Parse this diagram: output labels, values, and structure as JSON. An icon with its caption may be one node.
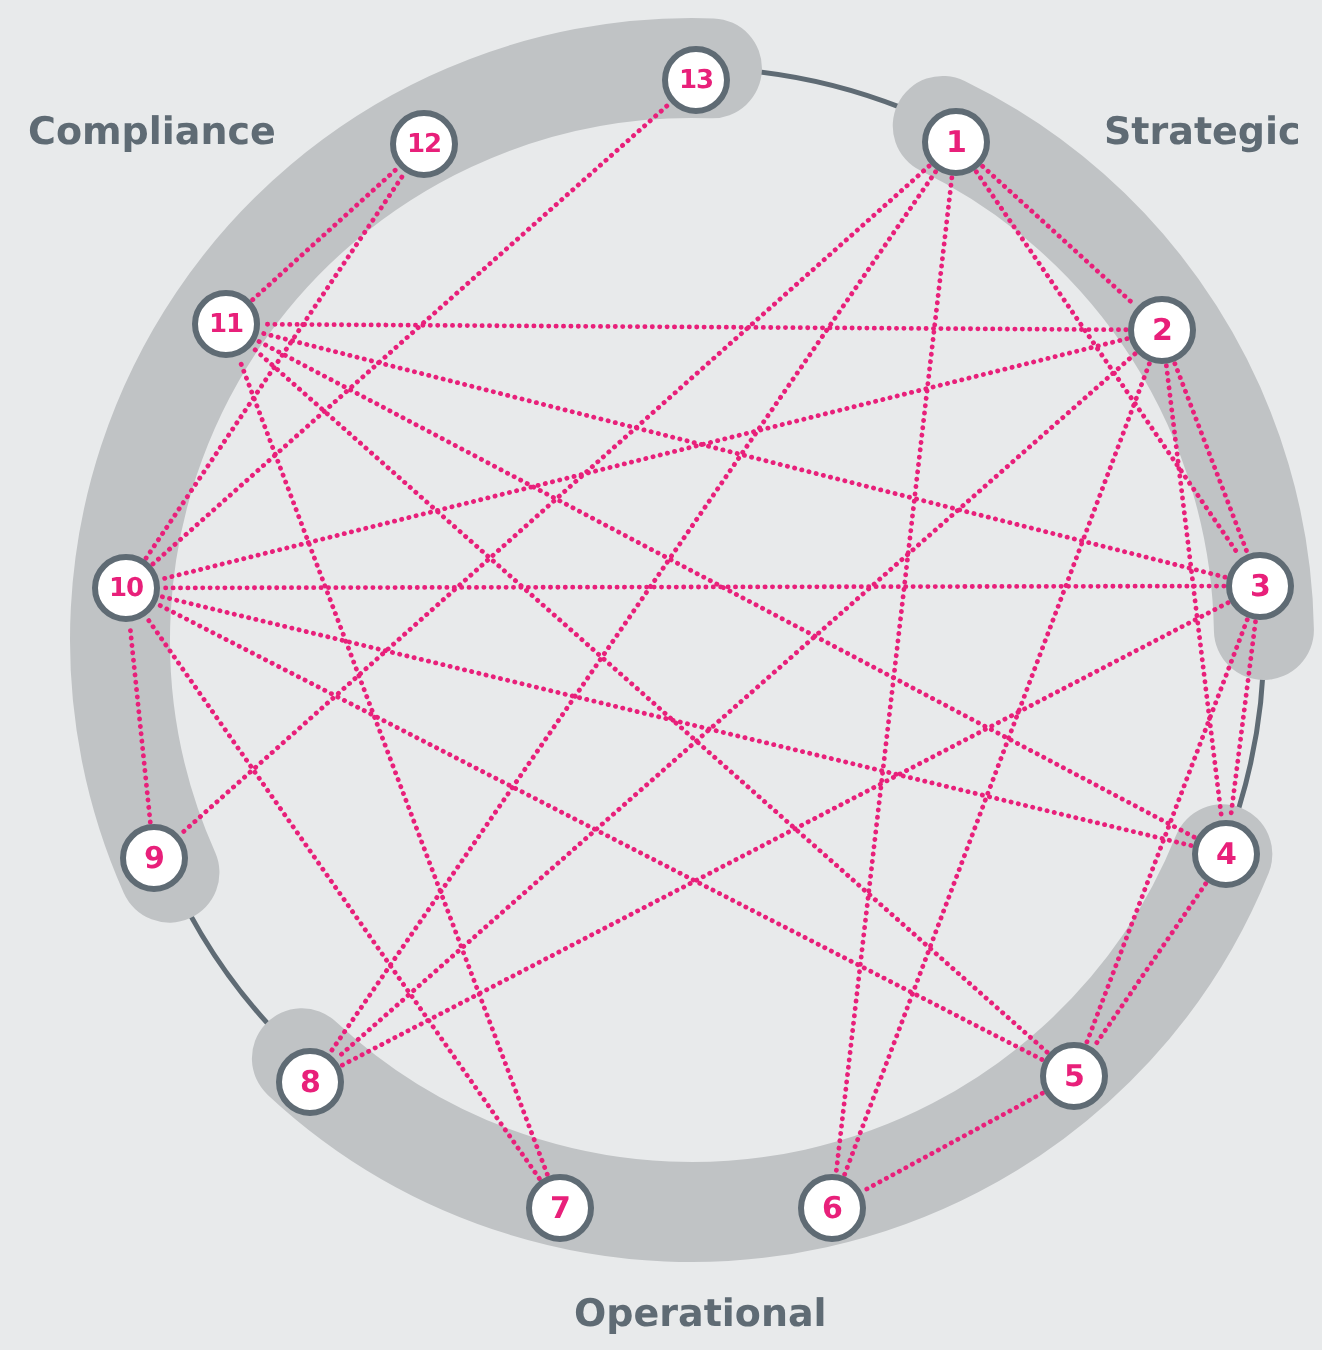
{
  "diagram": {
    "nodes": [
      {
        "text": [
          "Strategic"
        ]
      },
      {
        "text": [
          "1"
        ],
        "in": 0
      },
      {
        "text": [
          "2"
        ],
        "in": 0
      },
      {
        "text": [
          "3"
        ],
        "in": 0
      },
      {
        "text": [
          "Operational"
        ]
      },
      {
        "text": [
          "4"
        ],
        "in": 4
      },
      {
        "text": [
          "5"
        ],
        "in": 4
      },
      {
        "text": [
          "6"
        ],
        "in": 4
      },
      {
        "text": [
          "7"
        ],
        "in": 4
      },
      {
        "text": [
          "8"
        ],
        "in": 4
      },
      {
        "text": [
          "Compliance"
        ]
      },
      {
        "text": [
          "9"
        ],
        "in": 10
      },
      {
        "text": [
          "10"
        ],
        "in": 10
      },
      {
        "text": [
          "11"
        ],
        "in": 10
      },
      {
        "text": [
          "12"
        ],
        "in": 10
      },
      {
        "text": [
          "13"
        ],
        "in": 10
      }
    ],
    "edges": [
      {
        "from": 1,
        "to": 2,
        "arrow": "none"
      },
      {
        "from": 1,
        "to": 3,
        "arrow": "none"
      },
      {
        "from": 1,
        "to": 7,
        "arrow": "none"
      },
      {
        "from": 1,
        "to": 9,
        "arrow": "none"
      },
      {
        "from": 1,
        "to": 11,
        "arrow": "none"
      },
      {
        "from": 2,
        "to": 3,
        "arrow": "none"
      },
      {
        "from": 2,
        "to": 5,
        "arrow": "none"
      },
      {
        "from": 2,
        "to": 7,
        "arrow": "none"
      },
      {
        "from": 2,
        "to": 9,
        "arrow": "none"
      },
      {
        "from": 2,
        "to": 12,
        "arrow": "none"
      },
      {
        "from": 2,
        "to": 13,
        "arrow": "none"
      },
      {
        "from": 3,
        "to": 5,
        "arrow": "none"
      },
      {
        "from": 3,
        "to": 6,
        "arrow": "none"
      },
      {
        "from": 3,
        "to": 9,
        "arrow": "none"
      },
      {
        "from": 3,
        "to": 12,
        "arrow": "none"
      },
      {
        "from": 3,
        "to": 13,
        "arrow": "none"
      },
      {
        "from": 5,
        "to": 6,
        "arrow": "none"
      },
      {
        "from": 5,
        "to": 12,
        "arrow": "none"
      },
      {
        "from": 5,
        "to": 13,
        "arrow": "none"
      },
      {
        "from": 6,
        "to": 7,
        "arrow": "none"
      },
      {
        "from": 6,
        "to": 12,
        "arrow": "none"
      },
      {
        "from": 6,
        "to": 13,
        "arrow": "none"
      },
      {
        "from": 8,
        "to": 12,
        "arrow": "none"
      },
      {
        "from": 8,
        "to": 13,
        "arrow": "none"
      },
      {
        "from": 11,
        "to": 12,
        "arrow": "none"
      },
      {
        "from": 12,
        "to": 14,
        "arrow": "none"
      },
      {
        "from": 12,
        "to": 15,
        "arrow": "none"
      },
      {
        "from": 13,
        "to": 14,
        "arrow": "none"
      }
    ]
  }
}
